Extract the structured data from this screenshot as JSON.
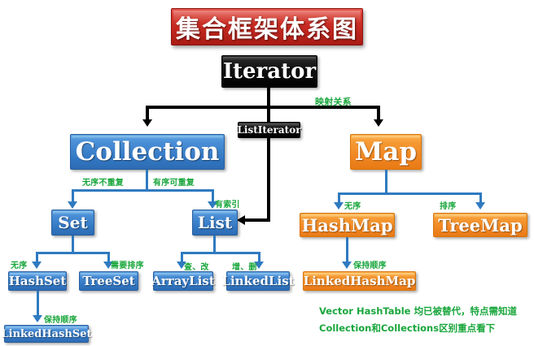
{
  "diagram": {
    "title": "集合框架体系图",
    "nodes": {
      "iterator": "Iterator",
      "list_iterator": "ListIterator",
      "collection": "Collection",
      "map": "Map",
      "set": "Set",
      "list": "List",
      "hashset": "HashSet",
      "treeset": "TreeSet",
      "arraylist": "ArrayList",
      "linkedlist": "LinkedList",
      "linkedhashset": "LinkedHashSet",
      "hashmap": "HashMap",
      "treemap": "TreeMap",
      "linkedhashmap": "LinkedHashMap"
    },
    "edge_labels": {
      "mapping_relation": "映射关系",
      "unordered_unique": "无序不重复",
      "ordered_duplicable": "有序可重复",
      "indexed": "有索引",
      "set_unordered": "无序",
      "needs_sorting": "需要排序",
      "query_modify": "查、改",
      "add_delete": "增、删",
      "keeps_order_set": "保持顺序",
      "map_unordered": "无序",
      "map_sorted": "排序",
      "keeps_order_map": "保持顺序"
    },
    "notes": [
      "Vector HashTable 均已被替代，特点需知道",
      "Collection和Collections区别重点看下"
    ],
    "colors": {
      "title_banner": "#c32820",
      "black_node": "#000000",
      "blue_node": "#3277c2",
      "orange_node": "#ef8420",
      "label_green": "#19a63c",
      "connector_black": "#000000",
      "connector_blue": "#2f7ac0",
      "background": "#ffffff"
    }
  }
}
